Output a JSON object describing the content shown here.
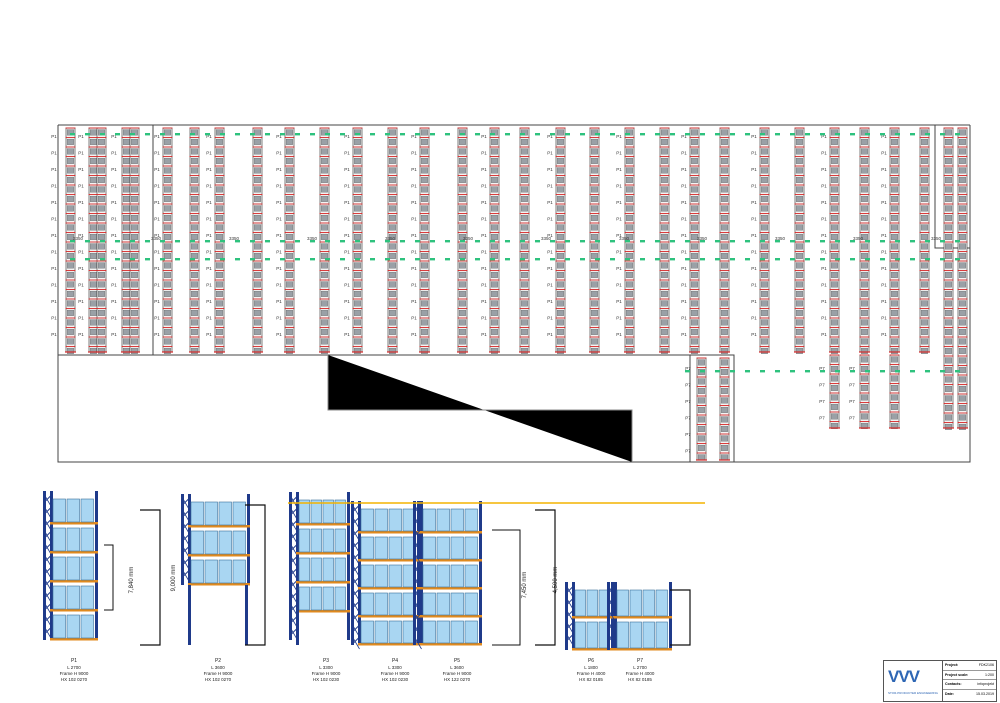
{
  "colors": {
    "upright": "#2a2a2a",
    "beam": "#d62828",
    "pallet": "#9aa0a6",
    "marker": "#2ec27e",
    "wall": "#444444",
    "frame": "#1f3a8a",
    "stock": "#a9d6f2",
    "stockEdge": "#3a6f9a",
    "floorBeam": "#e08a1e",
    "heightLine": "#f4b400",
    "logo": "#2e66b4"
  },
  "plan": {
    "zoneLabels": [
      "P1",
      "P2",
      "P3",
      "P4",
      "P5",
      "P6",
      "P7"
    ],
    "dimLabels": [
      "3350",
      "3350",
      "3350",
      "3350",
      "3350",
      "3350",
      "3350",
      "3350",
      "3350",
      "3350",
      "3350",
      "3350"
    ]
  },
  "elevations": [
    {
      "name": "P1",
      "l": "L 2700",
      "frame": "Frame H 9000",
      "hx": "HX 102 0270",
      "dim": "7,840 mm"
    },
    {
      "name": "P2",
      "l": "L 3600",
      "frame": "Frame H 9000",
      "hx": "HX 102 0270",
      "dim": "9,000 mm"
    },
    {
      "name": "P3",
      "l": "L 3300",
      "frame": "Frame H 9000",
      "hx": "HX 102 0230",
      "dim": ""
    },
    {
      "name": "P4",
      "l": "L 3300",
      "frame": "Frame H 9000",
      "hx": "HX 102 0230",
      "dim": ""
    },
    {
      "name": "P5",
      "l": "L 3600",
      "frame": "Frame H 9000",
      "hx": "HX 122 0270",
      "dim": "7,450 mm"
    },
    {
      "name": "P6",
      "l": "L 1800",
      "frame": "Frame H 4000",
      "hx": "HX 82 0185",
      "dim": "4,500 mm"
    },
    {
      "name": "P7",
      "l": "L 2700",
      "frame": "Frame H 4000",
      "hx": "HX 82 0185",
      "dim": ""
    }
  ],
  "titleBlock": {
    "logo": "VVV",
    "logoSub": "STOR-PRODUKTER ENGINEERING",
    "rows": [
      {
        "k": "Project:",
        "v": "FDK2106"
      },
      {
        "k": "Project scale:",
        "v": "1:200"
      },
      {
        "k": "Contacts:",
        "v": "infoprojekt"
      },
      {
        "k": "Date:",
        "v": "15.03.2019"
      }
    ]
  }
}
